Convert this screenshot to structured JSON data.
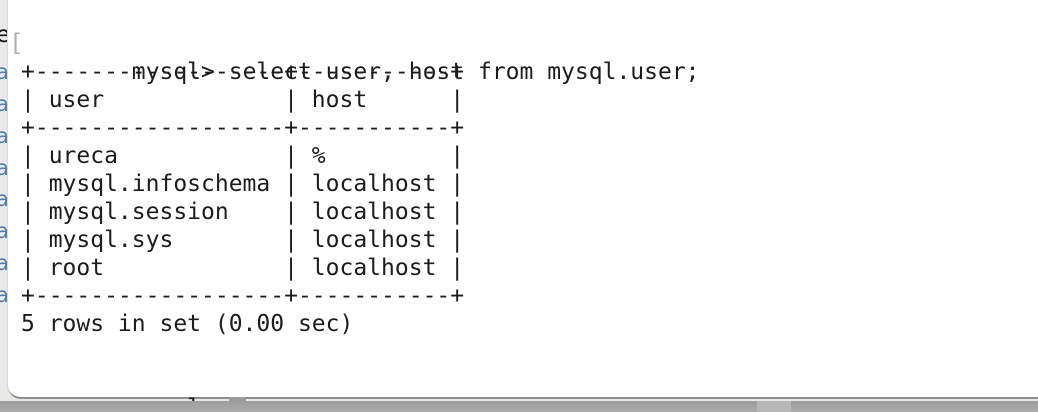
{
  "terminal": {
    "prompt": "mysql>",
    "command": "select user, host from mysql.user;",
    "result_table": {
      "columns": [
        "user",
        "host"
      ],
      "rows": [
        [
          "ureca",
          "%"
        ],
        [
          "mysql.infoschema",
          "localhost"
        ],
        [
          "mysql.session",
          "localhost"
        ],
        [
          "mysql.sys",
          "localhost"
        ],
        [
          "root",
          "localhost"
        ]
      ]
    },
    "status": "5 rows in set (0.00 sec)",
    "stray_bracket": "[",
    "cursor": {
      "style": "block",
      "color": "#9b9b9b"
    }
  },
  "background_window": {
    "clipped_top_char": "e",
    "clipped_chars": [
      "a",
      "a",
      "a",
      "a",
      "a",
      "a",
      "a",
      "a"
    ],
    "char_color": "#4a7fb0"
  },
  "colors": {
    "terminal_bg": "#ffffff",
    "text": "#1c1c1c",
    "desktop_edge": "#e9e9e8",
    "bottom_band": "#a9a9a9",
    "stray_bracket": "#b2b2b2"
  }
}
